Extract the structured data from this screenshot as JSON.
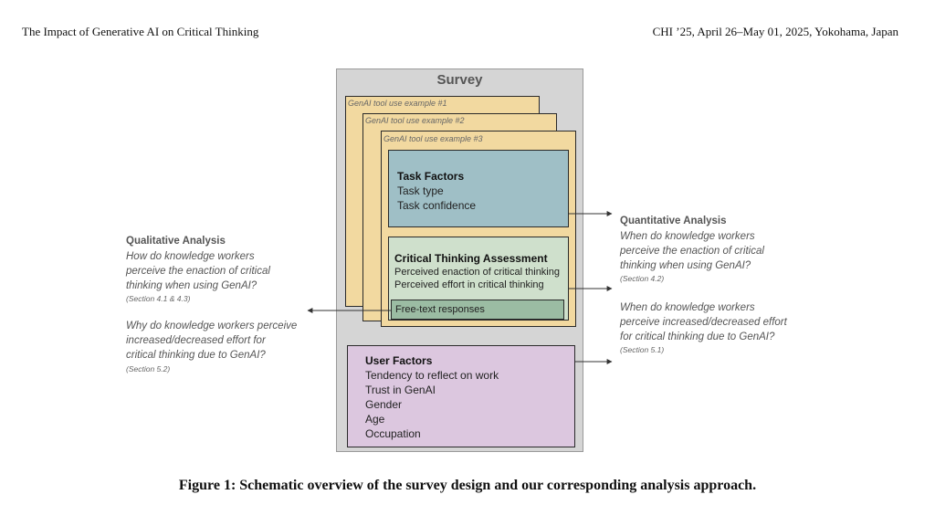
{
  "header": {
    "left": "The Impact of Generative AI on Critical Thinking",
    "right": "CHI ’25, April 26–May 01, 2025, Yokohama, Japan"
  },
  "figure": {
    "survey_title": "Survey",
    "examples": [
      "GenAI tool use example #1",
      "GenAI tool use example #2",
      "GenAI tool use example #3"
    ],
    "task_factors": {
      "title": "Task Factors",
      "items": [
        "Task type",
        "Task confidence"
      ]
    },
    "critical_thinking": {
      "title": "Critical Thinking Assessment",
      "items": [
        "Perceived enaction of critical thinking",
        "Perceived effort in critical thinking"
      ],
      "free_text": "Free-text responses"
    },
    "user_factors": {
      "title": "User Factors",
      "items": [
        "Tendency to reflect on work",
        "Trust in GenAI",
        "Gender",
        "Age",
        "Occupation"
      ]
    },
    "qualitative": {
      "title": "Qualitative Analysis",
      "q1": [
        "How do knowledge workers",
        "perceive the enaction of critical",
        "thinking when using GenAI?"
      ],
      "q1_ref": "(Section 4.1 & 4.3)",
      "q2": [
        "Why do knowledge workers perceive",
        "increased/decreased effort for",
        "critical thinking due to GenAI?"
      ],
      "q2_ref": "(Section 5.2)"
    },
    "quantitative": {
      "title": "Quantitative Analysis",
      "q1": [
        "When do knowledge workers",
        "perceive the enaction of critical",
        "thinking when using GenAI?"
      ],
      "q1_ref": "(Section 4.2)",
      "q2": [
        "When do knowledge workers",
        "perceive increased/decreased effort",
        "for critical thinking due to GenAI?"
      ],
      "q2_ref": "(Section 5.1)"
    },
    "colors": {
      "survey_bg": "#d5d5d5",
      "example_card": "#f2d9a0",
      "task_factors": "#9fbfc6",
      "critical_thinking": "#cfe0cc",
      "free_text": "#9bbca3",
      "user_factors": "#dcc7df"
    }
  },
  "caption": "Figure 1: Schematic overview of the survey design and our corresponding analysis approach."
}
